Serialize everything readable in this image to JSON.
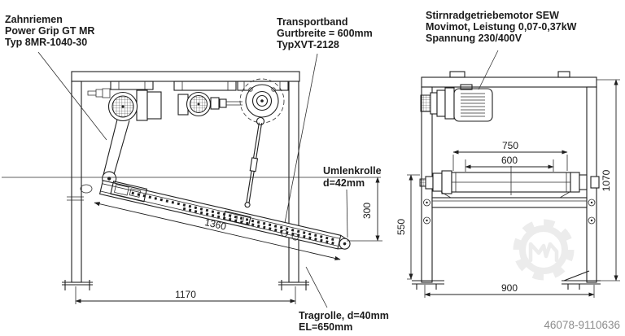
{
  "callouts": {
    "zahnriemen": [
      "Zahnriemen",
      "Power Grip GT MR",
      "Typ 8MR-1040-30"
    ],
    "transportband": [
      "Transportband",
      "Gurtbreite = 600mm",
      "TypXVT-2128"
    ],
    "getriebemotor": [
      "Stirnradgetriebemotor SEW",
      "Movimot, Leistung 0,07-0,37kW",
      "Spannung 230/400V"
    ],
    "umlenkrolle": [
      "Umlenkrolle",
      "d=42mm"
    ],
    "tragrolle": [
      "Tragrolle, d=40mm",
      "EL=650mm"
    ]
  },
  "dimensions": {
    "belt_length": "1360",
    "drop_height": "300",
    "footprint_side": "1170",
    "roller_outer_width": "750",
    "belt_width": "600",
    "discharge_height": "550",
    "footprint_front": "900",
    "overall_height": "1070"
  },
  "footer": {
    "listing_id": "46078-9110636"
  },
  "icons": {
    "watermark": "gear-m-logo"
  },
  "colors": {
    "line": "#1f1f1f",
    "watermark": "#ececec",
    "footer_text": "#8c8c8c",
    "background": "#ffffff"
  }
}
